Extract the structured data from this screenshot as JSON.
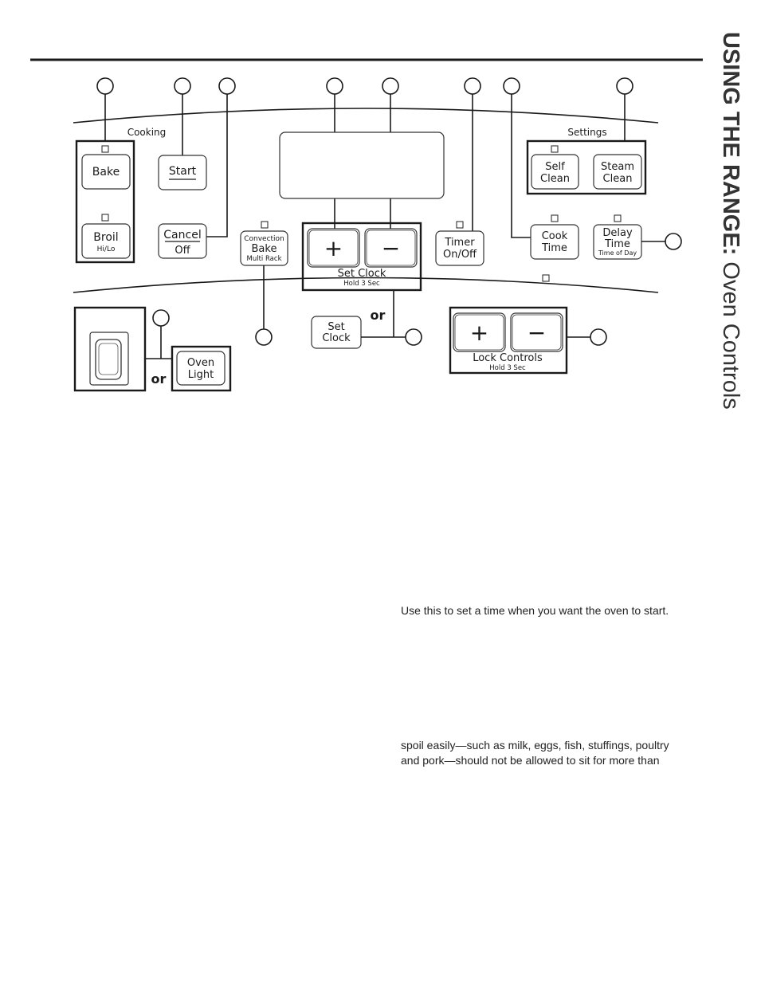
{
  "side_title": {
    "main": "USING THE RANGE:",
    "sub": "Oven Controls"
  },
  "panel": {
    "cooking_label": "Cooking",
    "settings_label": "Settings",
    "buttons": {
      "bake": "Bake",
      "broil": "Broil",
      "broil_sub": "Hi/Lo",
      "start": "Start",
      "cancel": "Cancel",
      "off": "Off",
      "convection_top": "Convection",
      "convection_main": "Bake",
      "convection_sub": "Multi Rack",
      "plus": "+",
      "minus": "−",
      "set_clock": "Set Clock",
      "hold_3_sec": "Hold 3 Sec",
      "timer_line1": "Timer",
      "timer_line2": "On/Off",
      "cook_line1": "Cook",
      "cook_line2": "Time",
      "delay_line1": "Delay",
      "delay_line2": "Time",
      "delay_sub": "Time of Day",
      "self_line1": "Self",
      "self_line2": "Clean",
      "steam_line1": "Steam",
      "steam_line2": "Clean",
      "set_clock_line1": "Set",
      "set_clock_line2": "Clock",
      "oven_light_line1": "Oven",
      "oven_light_line2": "Light",
      "lock_controls": "Lock Controls",
      "lock_hold": "Hold 3 Sec"
    },
    "or_label": "or"
  },
  "text": {
    "delay_note": "Use this to set a time when you want the oven to start.",
    "food_safety_line1": "spoil easily—such as milk, eggs, fish, stuffings, poultry",
    "food_safety_line2": "and pork—should not be allowed to sit for more than"
  }
}
